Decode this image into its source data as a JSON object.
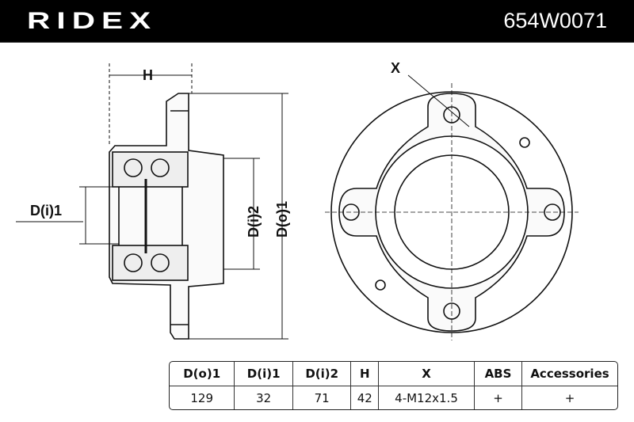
{
  "header": {
    "brand": "RIDEX",
    "part_number": "654W0071"
  },
  "drawing": {
    "labels": {
      "h": "H",
      "di1": "D(i)1",
      "di2": "D(i)2",
      "do1": "D(o)1",
      "x": "X"
    }
  },
  "table": {
    "headers": [
      "D(o)1",
      "D(i)1",
      "D(i)2",
      "H",
      "X",
      "ABS",
      "Accessories"
    ],
    "values": [
      "129",
      "32",
      "71",
      "42",
      "4-M12x1.5",
      "+",
      "+"
    ]
  }
}
